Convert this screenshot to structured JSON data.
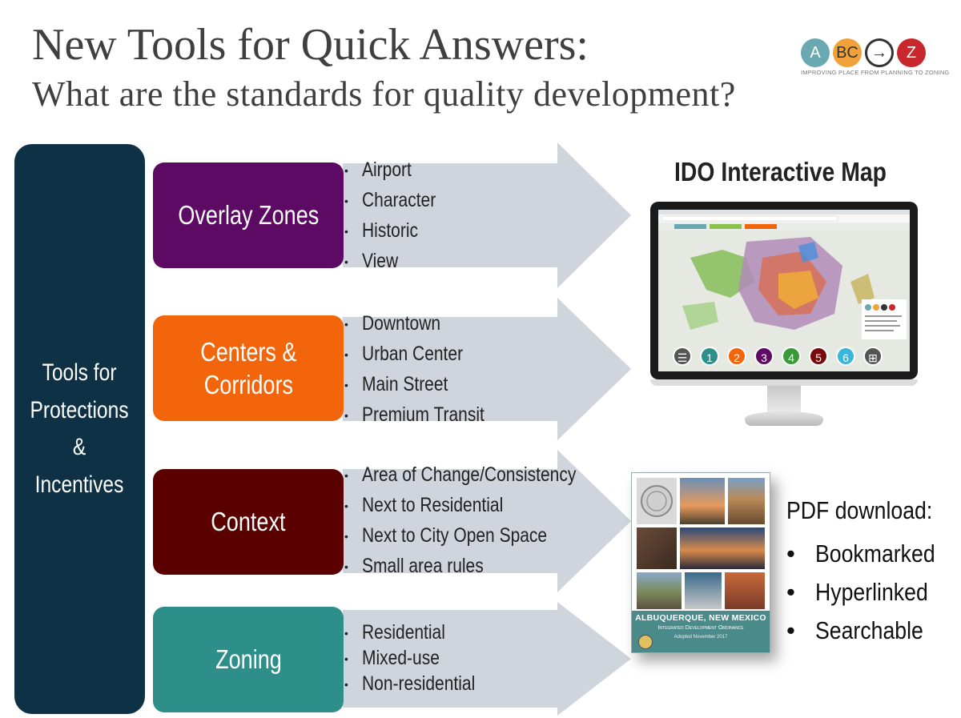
{
  "title": "New Tools for Quick Answers:",
  "subtitle": "What are the standards for quality development?",
  "logo": {
    "letters": [
      "A",
      "BC",
      "→",
      "Z"
    ],
    "colors": [
      "#6aa9b2",
      "#f0a13a",
      "#333333",
      "#c8282d"
    ],
    "tagline": "IMPROVING PLACE FROM PLANNING TO ZONING"
  },
  "left_panel": {
    "label": "Tools for\nProtections\n&\nIncentives",
    "color": "#0e3145"
  },
  "sections": [
    {
      "label": "Overlay Zones",
      "color": "#5c0a63",
      "items": [
        "Airport",
        "Character",
        "Historic",
        "View"
      ]
    },
    {
      "label": "Centers &\nCorridors",
      "color": "#f2650b",
      "items": [
        "Downtown",
        "Urban Center",
        "Main Street",
        "Premium Transit"
      ]
    },
    {
      "label": "Context",
      "color": "#5a0000",
      "items": [
        "Area of Change/Consistency",
        "Next to Residential",
        "Next to City Open Space",
        "Small area rules"
      ]
    },
    {
      "label": "Zoning",
      "color": "#2e8f8a",
      "items": [
        "Residential",
        "Mixed-use",
        "Non-residential"
      ]
    }
  ],
  "map": {
    "title": "IDO Interactive Map",
    "buttons": [
      {
        "label": "☰",
        "color": "#555555"
      },
      {
        "label": "1",
        "color": "#2e8f8a"
      },
      {
        "label": "2",
        "color": "#f2650b"
      },
      {
        "label": "3",
        "color": "#5c0a63"
      },
      {
        "label": "4",
        "color": "#3a9a3a"
      },
      {
        "label": "5",
        "color": "#7a0a0a"
      },
      {
        "label": "6",
        "color": "#3ab6d8"
      },
      {
        "label": "⊞",
        "color": "#555555"
      }
    ]
  },
  "document": {
    "city": "ALBUQUERQUE, NEW MEXICO",
    "name": "Integrated Development Ordinance",
    "adopted": "Adopted November 2017"
  },
  "pdf": {
    "heading": "PDF download:",
    "items": [
      "Bookmarked",
      "Hyperlinked",
      "Searchable"
    ]
  }
}
